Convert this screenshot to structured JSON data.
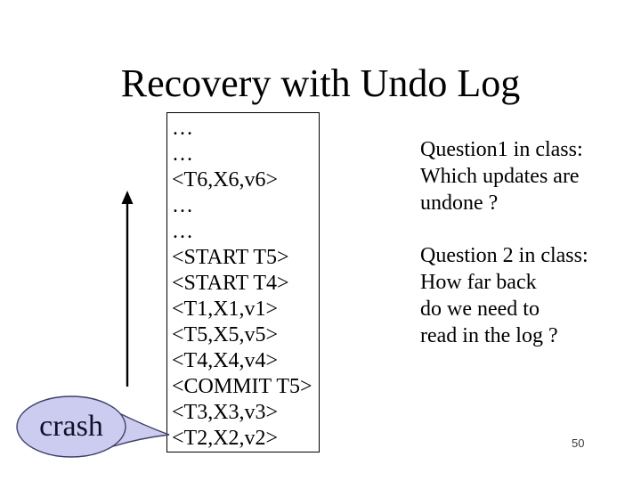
{
  "slide": {
    "title": "Recovery with Undo Log",
    "page_number": "50"
  },
  "log": {
    "entries": [
      "…",
      "…",
      "<T6,X6,v6>",
      "…",
      "…",
      "<START T5>",
      "<START T4>",
      "<T1,X1,v1>",
      "<T5,X5,v5>",
      "<T4,X4,v4>",
      "<COMMIT T5>",
      "<T3,X3,v3>",
      "<T2,X2,v2>"
    ]
  },
  "questions": {
    "q1_lines": [
      "Question1 in class:",
      "Which updates are",
      "undone ?"
    ],
    "q2_lines": [
      "Question 2 in class:",
      "How far back",
      "do we need to",
      "read in the log ?"
    ]
  },
  "callout": {
    "label": "crash"
  },
  "colors": {
    "bubble_fill": "#ccccf0",
    "bubble_border": "#40406a",
    "arrow": "#000000"
  }
}
